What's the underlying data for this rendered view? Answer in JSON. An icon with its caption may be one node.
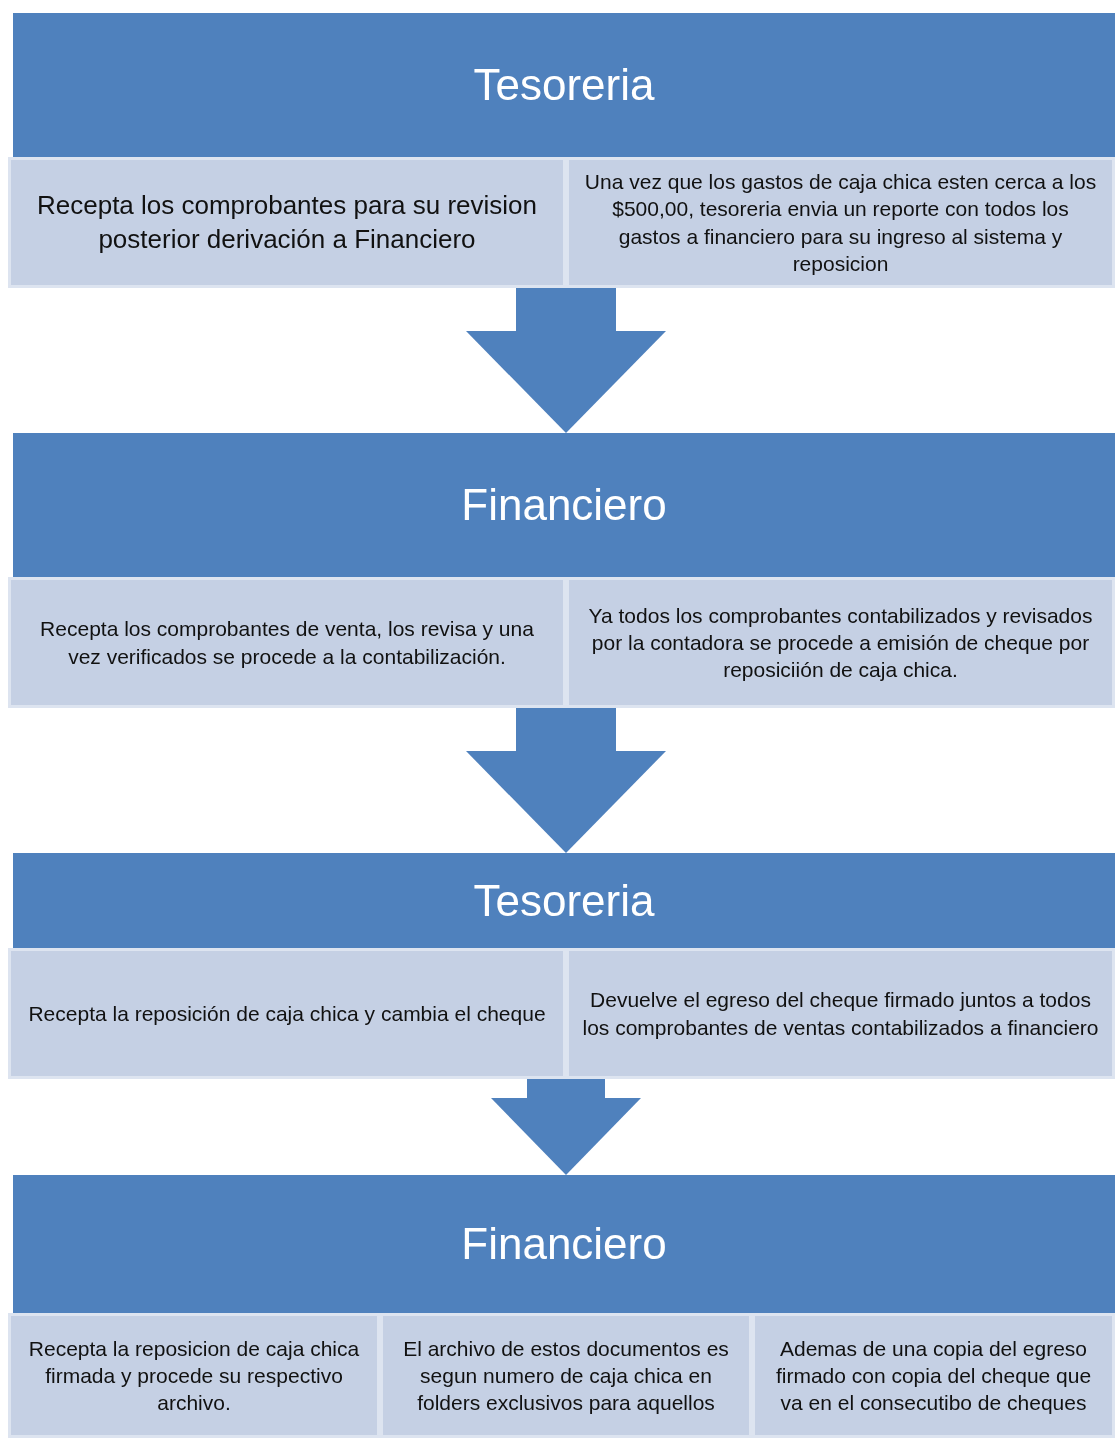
{
  "diagram": {
    "nodes": [
      {
        "text": [
          "Tesoreria"
        ]
      },
      {
        "text": [
          "Recepta los comprobantes para su revision posterior derivación a Financiero"
        ]
      },
      {
        "text": [
          "Una vez que los gastos de caja chica esten cerca a los $500,00, tesoreria envia un reporte con todos los gastos a financiero para su ingreso al sistema y reposicion"
        ]
      },
      {
        "text": [
          "Financiero"
        ]
      },
      {
        "text": [
          "Recepta los comprobantes de venta,  los revisa y una vez verificados se procede a la contabilización."
        ]
      },
      {
        "text": [
          "Ya todos los comprobantes contabilizados y revisados por la contadora se procede a emisión de cheque por reposiciión de caja chica."
        ]
      },
      {
        "text": [
          "Tesoreria"
        ]
      },
      {
        "text": [
          "Recepta la reposición de caja chica y cambia el cheque"
        ]
      },
      {
        "text": [
          "Devuelve el egreso del cheque firmado juntos a todos los comprobantes de ventas contabilizados a financiero"
        ]
      },
      {
        "text": [
          "Financiero"
        ]
      },
      {
        "text": [
          "Recepta la reposicion de caja chica firmada y procede su respectivo archivo."
        ]
      },
      {
        "text": [
          "El archivo de estos documentos es segun numero de caja chica en folders exclusivos para aquellos"
        ]
      },
      {
        "text": [
          "Ademas de una copia del egreso firmado con copia del cheque que va en el consecutibo de cheques"
        ]
      }
    ],
    "edges": [
      {
        "from": 1,
        "to": 3,
        "arrow": "to"
      },
      {
        "from": 4,
        "to": 6,
        "arrow": "to"
      },
      {
        "from": 7,
        "to": 9,
        "arrow": "to"
      }
    ]
  }
}
